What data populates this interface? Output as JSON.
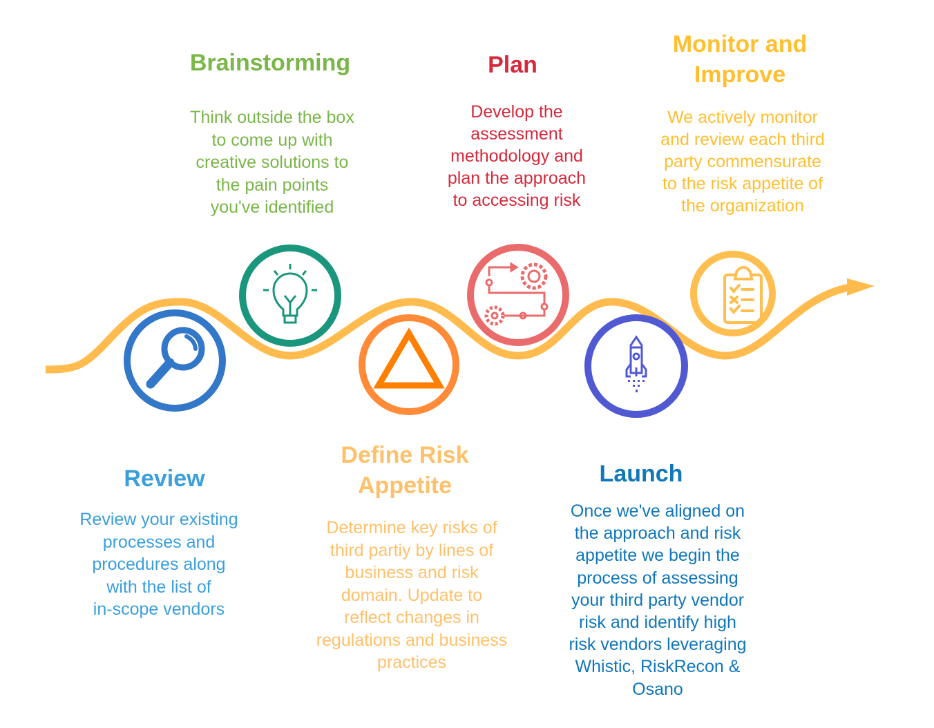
{
  "colors": {
    "wave": "#FFBB4D"
  },
  "steps": [
    {
      "id": "review",
      "title": "Review",
      "description": [
        "Review your existing",
        "processes and",
        "procedures along",
        "with the list of",
        "in-scope vendors"
      ],
      "text_color": "#3A9FDB",
      "ring_color": "#3277C8",
      "icon": "magnifier-icon"
    },
    {
      "id": "brainstorming",
      "title": "Brainstorming",
      "description": [
        "Think outside the box",
        "to come up with",
        "creative solutions to",
        "the pain points",
        "you've identified"
      ],
      "text_color": "#7AB648",
      "ring_color": "#1A967D",
      "icon": "lightbulb-icon"
    },
    {
      "id": "define",
      "title": [
        "Define Risk",
        "Appetite"
      ],
      "description": [
        "Determine key risks of",
        "third partiy by lines of",
        "business and risk",
        "domain. Update to",
        "reflect changes in",
        "regulations and business",
        "practices"
      ],
      "text_color": "#FFC06A",
      "ring_color": "#FF8B38",
      "icon": "triangle-icon"
    },
    {
      "id": "plan",
      "title": "Plan",
      "description": [
        "Develop the",
        "assessment",
        "methodology and",
        "plan the approach",
        "to accessing risk"
      ],
      "text_color": "#D42A3C",
      "ring_color": "#EA6B6B",
      "icon": "gears-process-icon"
    },
    {
      "id": "launch",
      "title": "Launch",
      "description": [
        "Once we've aligned on",
        "the approach and risk",
        "appetite we begin the",
        "process of assessing",
        "your third party vendor",
        "risk and identify high",
        "risk vendors leveraging",
        "Whistic, RiskRecon &",
        "Osano"
      ],
      "text_color": "#1077BB",
      "ring_color": "#5159D2",
      "icon": "rocket-icon"
    },
    {
      "id": "monitor",
      "title": [
        "Monitor and",
        "Improve"
      ],
      "description": [
        "We actively monitor",
        "and review each third",
        "party commensurate",
        "to the risk appetite of",
        "the organization"
      ],
      "text_color": "#FFBF2F",
      "ring_color": "#FFBF50",
      "icon": "clipboard-checklist-icon"
    }
  ]
}
